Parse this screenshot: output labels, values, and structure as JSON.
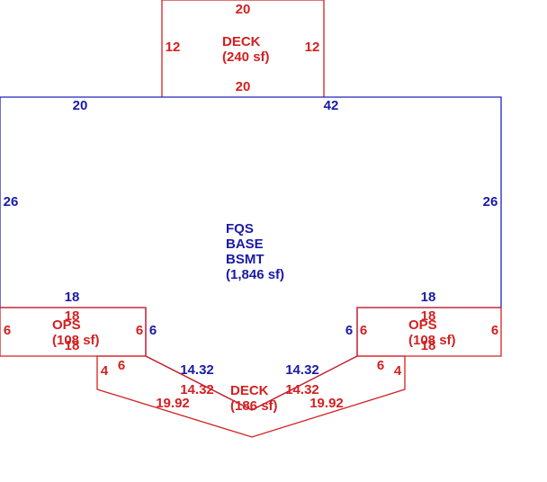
{
  "colors": {
    "base": "#2020c0",
    "addition": "#d42020",
    "background": "#ffffff"
  },
  "deck_top": {
    "name": "DECK",
    "area": "(240 sf)",
    "dims": {
      "top": "20",
      "bottom": "20",
      "left": "12",
      "right": "12"
    }
  },
  "base": {
    "name_lines": [
      "FQS",
      "BASE",
      "BSMT"
    ],
    "area": "(1,846 sf)",
    "dims": {
      "top_left": "20",
      "top_right": "42",
      "left": "26",
      "right": "26",
      "left_notch_top": "18",
      "right_notch_top": "18",
      "left_notch_side": "6",
      "right_notch_side": "6",
      "left_diag": "14.32",
      "right_diag": "14.32"
    }
  },
  "ops_left": {
    "name": "OPS",
    "area": "(108 sf)",
    "dims": {
      "top": "18",
      "bottom": "18",
      "left": "6",
      "right": "6"
    }
  },
  "ops_right": {
    "name": "OPS",
    "area": "(108 sf)",
    "dims": {
      "top": "18",
      "bottom": "18",
      "left": "6",
      "right": "6"
    }
  },
  "deck_bottom": {
    "name": "DECK",
    "area": "(186 sf)",
    "dims": {
      "left_short": "6",
      "right_short": "6",
      "left_side": "4",
      "right_side": "4",
      "left_inner_diag": "14.32",
      "right_inner_diag": "14.32",
      "left_outer_diag": "19.92",
      "right_outer_diag": "19.92"
    }
  }
}
